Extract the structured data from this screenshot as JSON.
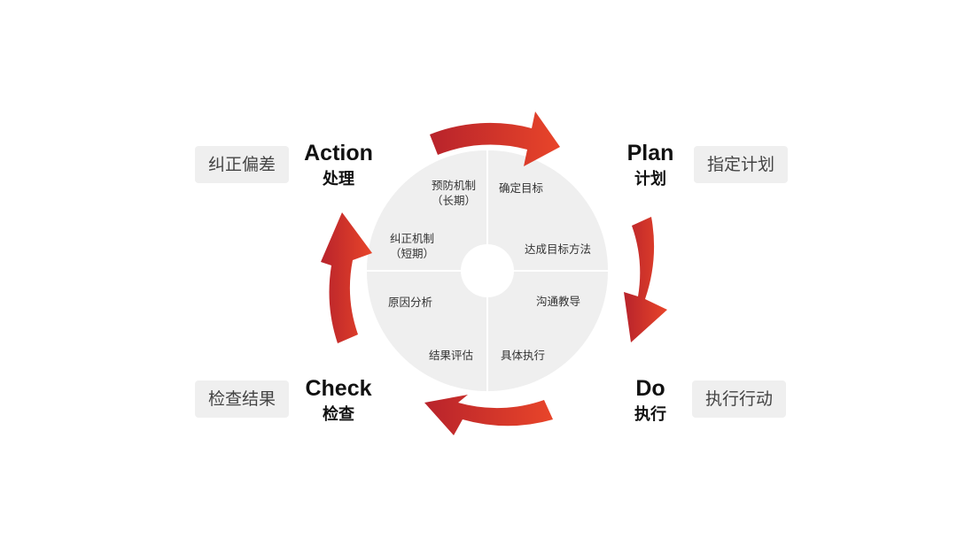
{
  "colors": {
    "arrow_start": "#b8232b",
    "arrow_end": "#e8452a",
    "quadrant": "#efefef",
    "tag_bg": "#efefef"
  },
  "phases": {
    "plan": {
      "en": "Plan",
      "zh": "计划",
      "tag": "指定计划"
    },
    "do": {
      "en": "Do",
      "zh": "执行",
      "tag": "执行行动"
    },
    "check": {
      "en": "Check",
      "zh": "检查",
      "tag": "检查结果"
    },
    "action": {
      "en": "Action",
      "zh": "处理",
      "tag": "纠正偏差"
    }
  },
  "quadrants": {
    "top_left": {
      "items": [
        "预防机制",
        "（长期）",
        "纠正机制",
        "（短期）"
      ]
    },
    "top_right": {
      "items": [
        "确定目标",
        "达成目标方法"
      ]
    },
    "bottom_right": {
      "items": [
        "沟通教导",
        "具体执行"
      ]
    },
    "bottom_left": {
      "items": [
        "原因分析",
        "结果评估"
      ]
    }
  }
}
